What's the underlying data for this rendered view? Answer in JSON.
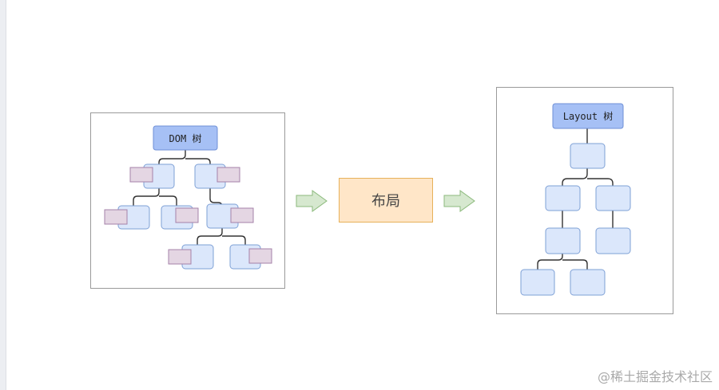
{
  "dom_tree": {
    "root_label": "DOM 树"
  },
  "layout_step": {
    "label": "布局"
  },
  "layout_tree": {
    "root_label": "Layout 树"
  },
  "watermark": "@稀土掘金技术社区",
  "colors": {
    "root_fill": "#a6c0f5",
    "root_stroke": "#6f8fd6",
    "node_fill": "#dbe7fb",
    "node_stroke": "#7ea0d6",
    "style_fill": "#e4d6e3",
    "style_stroke": "#a582a8",
    "arrow_fill": "#d6e8cf",
    "arrow_stroke": "#8cba7c",
    "layout_fill": "#ffe6c8",
    "layout_stroke": "#e7b15a"
  }
}
